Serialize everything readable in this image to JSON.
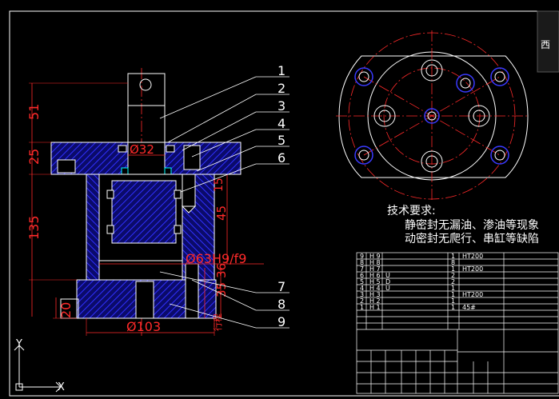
{
  "drawing": {
    "balloons": [
      "1",
      "2",
      "3",
      "4",
      "5",
      "6",
      "7",
      "8",
      "9"
    ],
    "dimensions": {
      "d51": "51",
      "d25": "25",
      "d135": "135",
      "d20": "20",
      "phi32": "Ø32",
      "d15": "15",
      "d45": "45",
      "d35": "35",
      "d36": "36",
      "phi63": "Ø63H9/f9",
      "phi103": "Ø103"
    },
    "tech_req": {
      "title": "技术要求:",
      "line1": "静密封无漏油、渗油等现象",
      "line2": "动密封无爬行、串缸等缺陷"
    },
    "stroke_label": "行程",
    "corner_char": "西",
    "ucs": {
      "x": "X",
      "y": "Y"
    }
  },
  "bom": [
    {
      "n": "9",
      "code": "H 9",
      "name": "",
      "qty": "1",
      "mat": "HT200"
    },
    {
      "n": "8",
      "code": "H 8",
      "name": "",
      "qty": "8",
      "mat": ""
    },
    {
      "n": "7",
      "code": "H 7",
      "name": "",
      "qty": "1",
      "mat": "HT200"
    },
    {
      "n": "6",
      "code": "H 6",
      "name": "U",
      "qty": "2",
      "mat": ""
    },
    {
      "n": "5",
      "code": "H 5",
      "name": "D",
      "qty": "2",
      "mat": ""
    },
    {
      "n": "4",
      "code": "H 4",
      "name": "U",
      "qty": "1",
      "mat": ""
    },
    {
      "n": "3",
      "code": "H 3",
      "name": "",
      "qty": "1",
      "mat": "HT200"
    },
    {
      "n": "2",
      "code": "H 2",
      "name": "",
      "qty": "1",
      "mat": ""
    },
    {
      "n": "1",
      "code": "H 1",
      "name": "",
      "qty": "1",
      "mat": "45#"
    }
  ],
  "colors": {
    "background": "#000000",
    "outline": "#ffffff",
    "dimension": "#ff2a2a",
    "hatch": "#2a2aff",
    "blueCircle": "#3a3aff"
  }
}
